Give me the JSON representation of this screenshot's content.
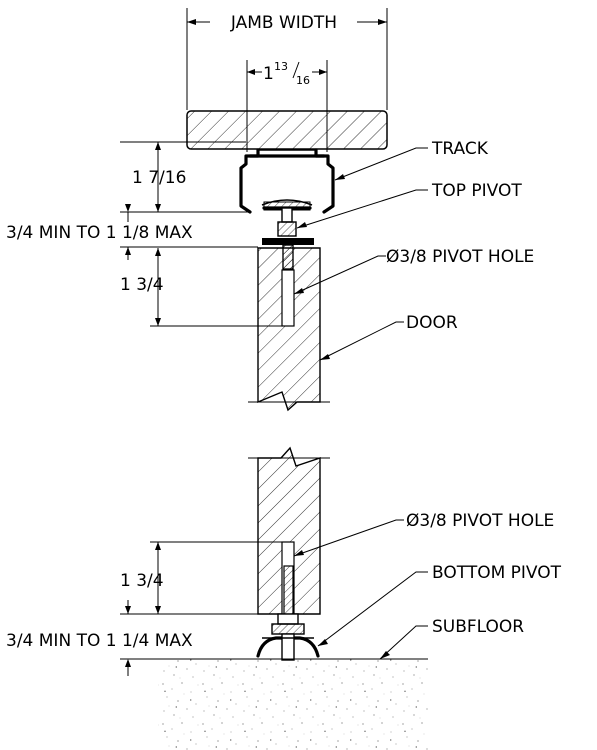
{
  "labels": {
    "jamb_width": "JAMB WIDTH",
    "width_whole": "1",
    "width_num": "13",
    "width_den": "16",
    "track": "TRACK",
    "top_pivot": "TOP PIVOT",
    "pivot_hole_top": "Ø3/8 PIVOT HOLE",
    "door": "DOOR",
    "pivot_hole_bottom": "Ø3/8 PIVOT HOLE",
    "bottom_pivot": "BOTTOM PIVOT",
    "subfloor": "SUBFLOOR"
  },
  "dimensions": {
    "track_height": "1 7/16",
    "top_gap": "3/4 MIN TO 1 1/8 MAX",
    "top_hole_depth": "1 3/4",
    "bottom_hole_depth": "1 3/4",
    "bottom_gap": "3/4 MIN TO 1 1/4 MAX"
  }
}
